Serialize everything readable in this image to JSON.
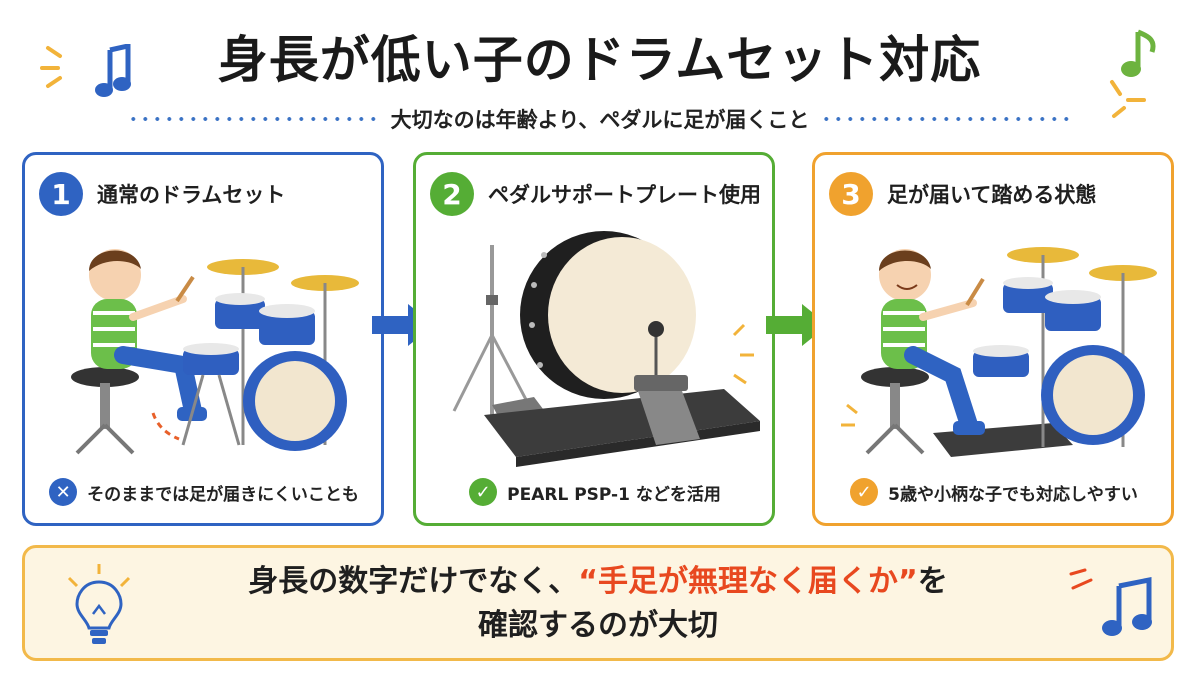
{
  "title": "身長が低い子のドラムセット対応",
  "subtitle": "大切なのは年齢より、ペダルに足が届くこと",
  "colors": {
    "blue": "#2f63c2",
    "green": "#55ad35",
    "orange": "#f0a22e",
    "accent_red": "#e8481f",
    "note_box_bg": "#fdf5e2"
  },
  "panels": [
    {
      "number": "1",
      "title": "通常のドラムセット",
      "status_icon": "cross-icon",
      "status_symbol": "✕",
      "caption": "そのままでは足が届きにくいことも"
    },
    {
      "number": "2",
      "title": "ペダルサポートプレート使用",
      "status_icon": "check-icon",
      "status_symbol": "✓",
      "caption": "PEARL PSP-1 などを活用"
    },
    {
      "number": "3",
      "title": "足が届いて踏める状態",
      "status_icon": "check-icon",
      "status_symbol": "✓",
      "caption": "5歳や小柄な子でも対応しやすい"
    }
  ],
  "note": {
    "line1_before": "身長の数字だけでなく、",
    "line1_highlight": "“手足が無理なく届くか”",
    "line1_after": "を",
    "line2": "確認するのが大切"
  },
  "icons": [
    "music-note-icon",
    "lightbulb-icon",
    "arrow-right-icon"
  ]
}
